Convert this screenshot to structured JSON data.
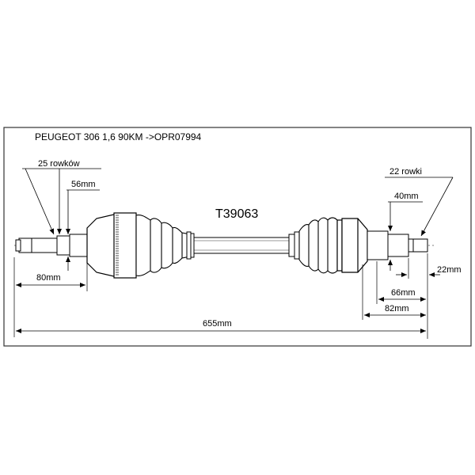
{
  "header": {
    "title": "PEUGEOT 306 1,6 90KM ->OPR07994"
  },
  "part": {
    "code": "T39063"
  },
  "labels": {
    "splines_left": "25 rowków",
    "splines_right": "22 rowki"
  },
  "dimensions": {
    "d56": "56mm",
    "d40": "40mm",
    "d80": "80mm",
    "d22": "22mm",
    "d66": "66mm",
    "d82": "82mm",
    "d655": "655mm"
  },
  "colors": {
    "line": "#000000",
    "frame": "#333333",
    "shaft_fill": "#ffffff",
    "shade": "#d8d8d8"
  }
}
